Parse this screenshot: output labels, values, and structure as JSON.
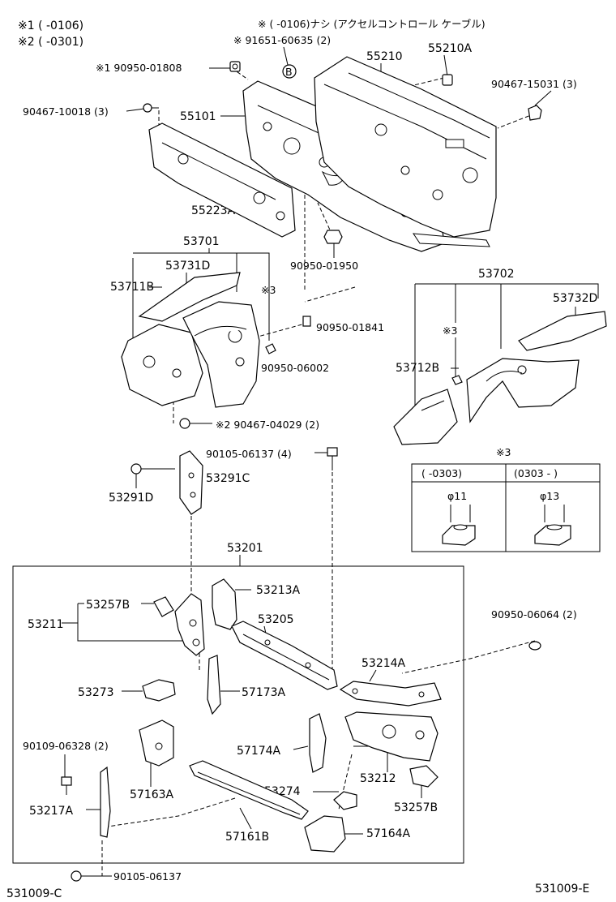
{
  "notes": {
    "n1": "※1  (        -0106)",
    "n2": "※2  (        -0301)",
    "top": "※ (        -0106)ナシ (アクセルコントロール ケーブル)"
  },
  "labels": {
    "p91651": "※ 91651-60635 (2)",
    "p55210": "55210",
    "p55210A": "55210A",
    "p90950_01808": "※1  90950-01808",
    "p90467_15031": "90467-15031 (3)",
    "p90467_10018": "90467-10018 (3)",
    "p55101": "55101",
    "p55223A": "55223A",
    "p90950_01950": "90950-01950",
    "p53701": "53701",
    "p53731D": "53731D",
    "p53711B": "53711B",
    "x3a": "※3",
    "p90950_01841": "90950-01841",
    "p53702": "53702",
    "p53732D": "53732D",
    "x3b": "※3",
    "p90950_06002": "90950-06002",
    "p53712B": "53712B",
    "p90467_04029": "※2  90467-04029 (2)",
    "p90105_06137_4": "90105-06137 (4)",
    "p53291C": "53291C",
    "p53291D": "53291D",
    "p53201": "53201",
    "p53213A": "53213A",
    "p53257B_a": "53257B",
    "p53211": "53211",
    "p53205": "53205",
    "p90950_06064": "90950-06064 (2)",
    "p53214A": "53214A",
    "p53273": "53273",
    "p57173A": "57173A",
    "p90109_06328": "90109-06328 (2)",
    "p57174A": "57174A",
    "p57163A": "57163A",
    "p53212": "53212",
    "p53274": "53274",
    "p53217A": "53217A",
    "p53257B_b": "53257B",
    "p57161B": "57161B",
    "p57164A": "57164A",
    "p90105_06137": "90105-06137",
    "code_left": "531009-C",
    "code_right": "531009-E"
  },
  "inset": {
    "title": "※3",
    "col1_header": "(        -0303)",
    "col2_header": "(0303 -        )",
    "col1_size": "φ11",
    "col2_size": "φ13"
  },
  "bubble": "B"
}
